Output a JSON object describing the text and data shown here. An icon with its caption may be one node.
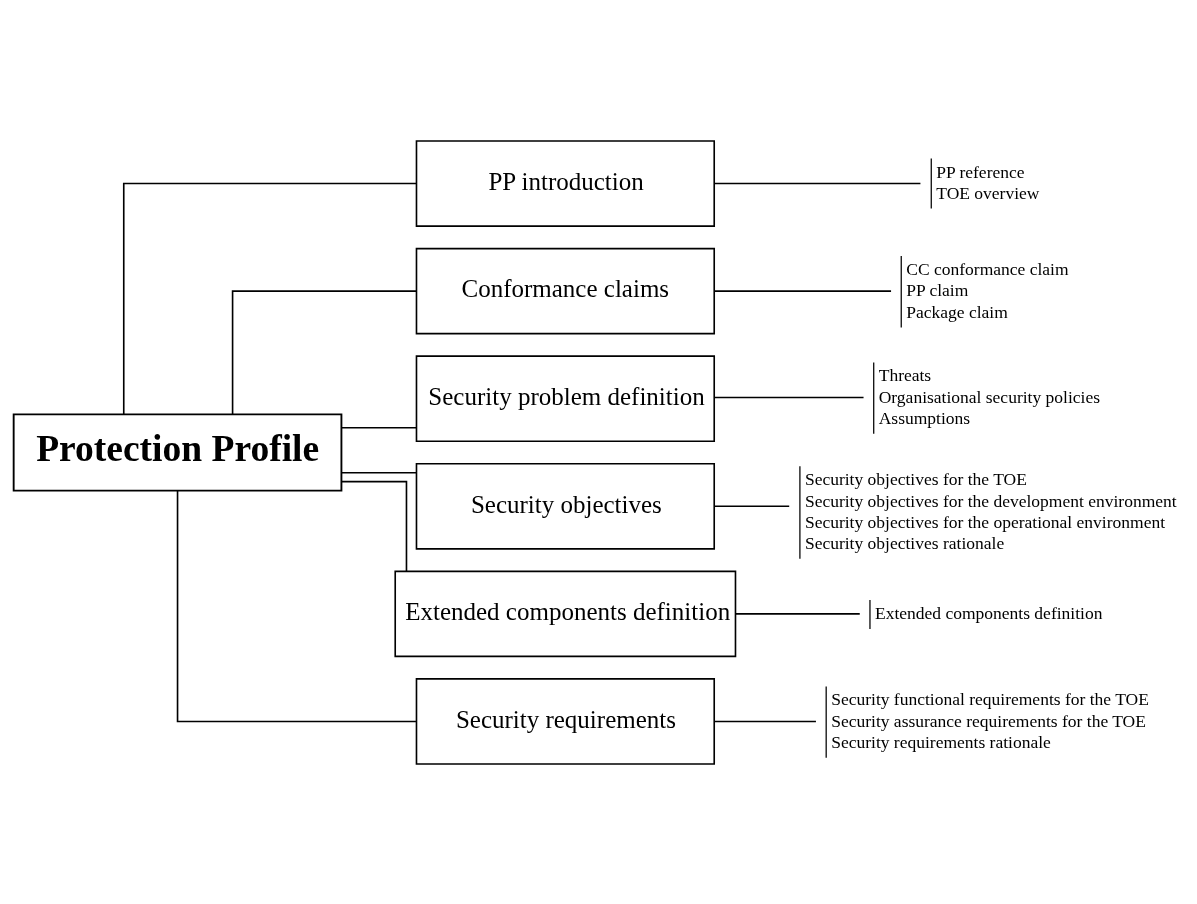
{
  "diagram": {
    "nodes": [
      {
        "text": [
          "Protection Profile"
        ]
      },
      {
        "text": [
          "PP introduction"
        ]
      },
      {
        "text": [
          "PP reference",
          "TOE overview"
        ]
      },
      {
        "text": [
          "Conformance claims"
        ]
      },
      {
        "text": [
          "CC conformance claim",
          "PP claim",
          "Package claim"
        ]
      },
      {
        "text": [
          "Security problem definition"
        ]
      },
      {
        "text": [
          "Threats",
          "Organisational security policies",
          "Assumptions"
        ]
      },
      {
        "text": [
          "Security objectives"
        ]
      },
      {
        "text": [
          "Security objectives for the TOE",
          "Security objectives for the development environment",
          "Security objectives for the operational environment",
          "Security objectives rationale"
        ]
      },
      {
        "text": [
          "Extended components definition"
        ]
      },
      {
        "text": [
          "Extended components definition"
        ]
      },
      {
        "text": [
          "Security requirements"
        ]
      },
      {
        "text": [
          "Security functional requirements for the TOE",
          "Security assurance requirements for the TOE",
          "Security requirements rationale"
        ]
      }
    ],
    "edges": [
      {
        "from": 0,
        "to": 1,
        "arrow": "none"
      },
      {
        "from": 0,
        "to": 3,
        "arrow": "none"
      },
      {
        "from": 0,
        "to": 5,
        "arrow": "none"
      },
      {
        "from": 0,
        "to": 7,
        "arrow": "none"
      },
      {
        "from": 0,
        "to": 9,
        "arrow": "none"
      },
      {
        "from": 0,
        "to": 11,
        "arrow": "none"
      },
      {
        "from": 1,
        "to": 2,
        "arrow": "none"
      },
      {
        "from": 3,
        "to": 4,
        "arrow": "none"
      },
      {
        "from": 5,
        "to": 6,
        "arrow": "none"
      },
      {
        "from": 7,
        "to": 8,
        "arrow": "none"
      },
      {
        "from": 9,
        "to": 10,
        "arrow": "none"
      },
      {
        "from": 11,
        "to": 12,
        "arrow": "none"
      }
    ]
  }
}
